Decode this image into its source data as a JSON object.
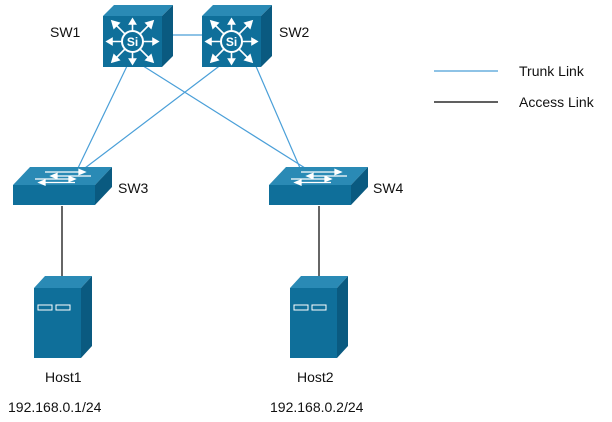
{
  "nodes": {
    "sw1": {
      "label": "SW1",
      "icon": "multilayer-switch-icon",
      "glyph": "Si"
    },
    "sw2": {
      "label": "SW2",
      "icon": "multilayer-switch-icon",
      "glyph": "Si"
    },
    "sw3": {
      "label": "SW3",
      "icon": "workgroup-switch-icon"
    },
    "sw4": {
      "label": "SW4",
      "icon": "workgroup-switch-icon"
    },
    "host1": {
      "label": "Host1",
      "ip": "192.168.0.1/24",
      "icon": "server-icon"
    },
    "host2": {
      "label": "Host2",
      "ip": "192.168.0.2/24",
      "icon": "server-icon"
    }
  },
  "links": [
    {
      "from": "SW1",
      "to": "SW2",
      "type": "trunk"
    },
    {
      "from": "SW1",
      "to": "SW3",
      "type": "trunk"
    },
    {
      "from": "SW1",
      "to": "SW4",
      "type": "trunk"
    },
    {
      "from": "SW2",
      "to": "SW3",
      "type": "trunk"
    },
    {
      "from": "SW2",
      "to": "SW4",
      "type": "trunk"
    },
    {
      "from": "SW3",
      "to": "Host1",
      "type": "access"
    },
    {
      "from": "SW4",
      "to": "Host2",
      "type": "access"
    }
  ],
  "legend": {
    "trunk": {
      "label": "Trunk Link",
      "color": "#4a9fd8"
    },
    "access": {
      "label": "Access Link",
      "color": "#000000"
    }
  },
  "colors": {
    "device_face": "#0f6f9a",
    "device_top": "#2a8ab5",
    "device_side": "#0a5a80",
    "device_light": "#ffffff"
  }
}
